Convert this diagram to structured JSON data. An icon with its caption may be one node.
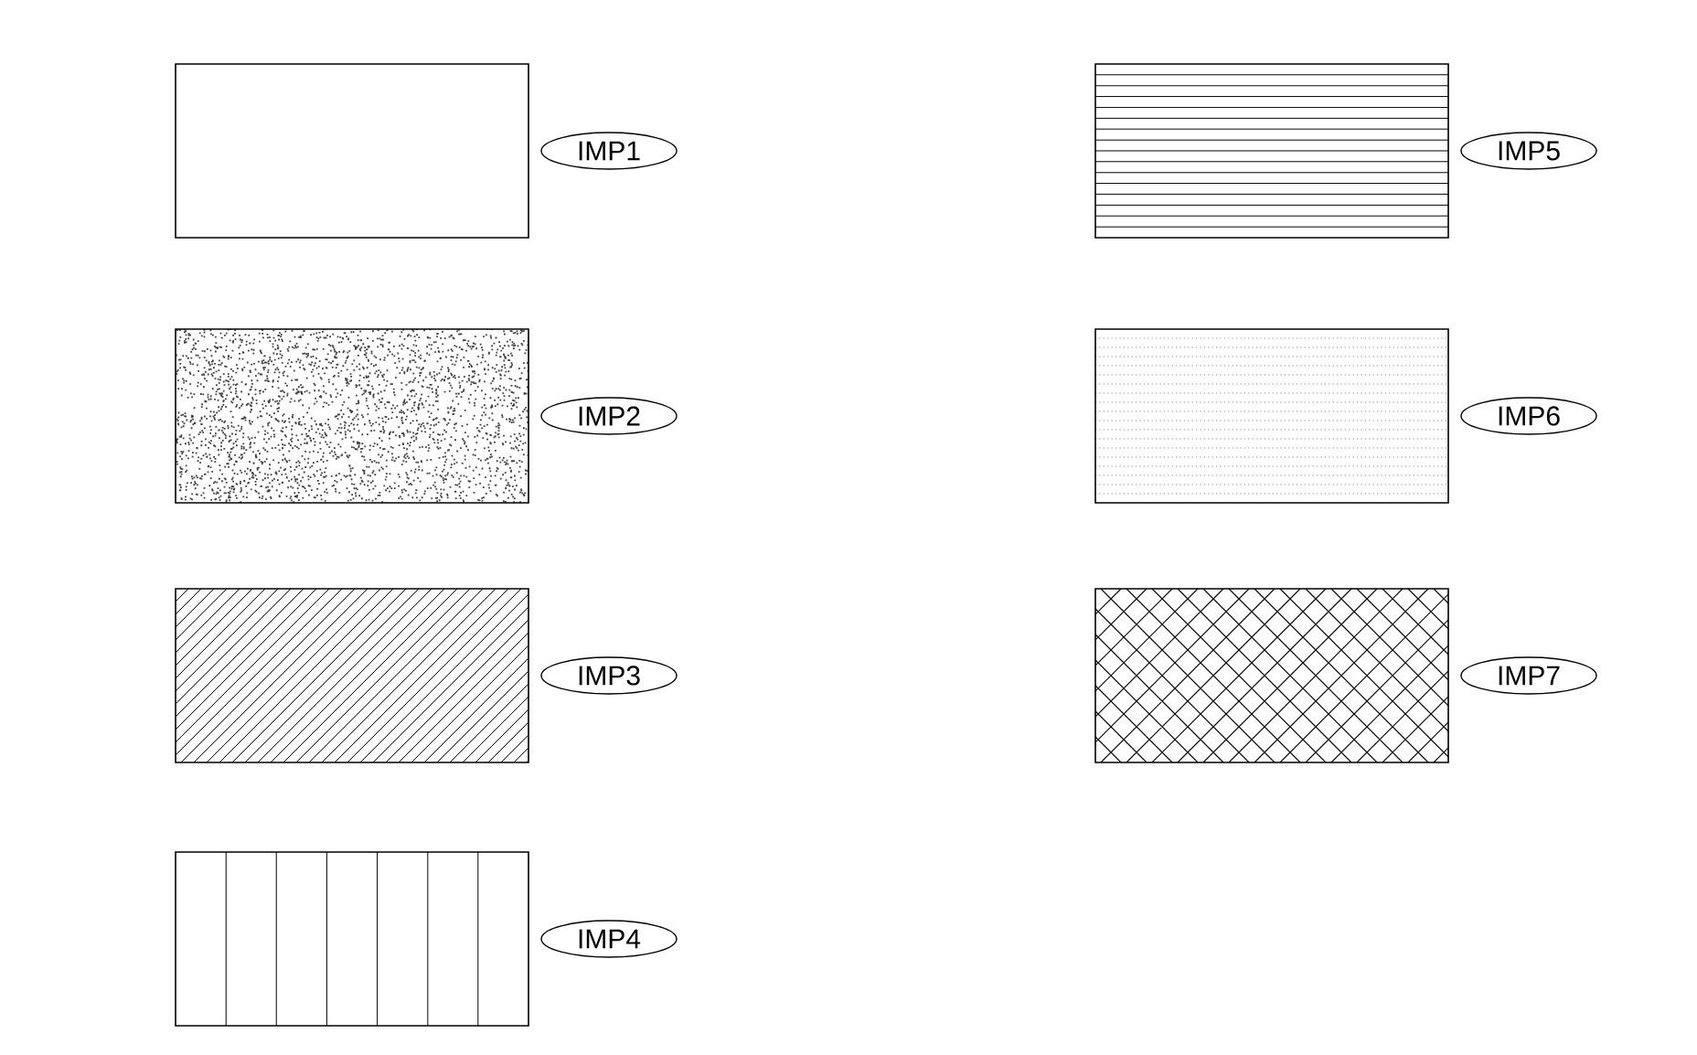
{
  "diagram": {
    "legend": [
      {
        "text": "IMP1"
      },
      {
        "text": "IMP2"
      },
      {
        "text": "IMP3"
      },
      {
        "text": "IMP4"
      },
      {
        "text": "IMP5"
      },
      {
        "text": "IMP6"
      },
      {
        "text": "IMP7"
      }
    ]
  }
}
